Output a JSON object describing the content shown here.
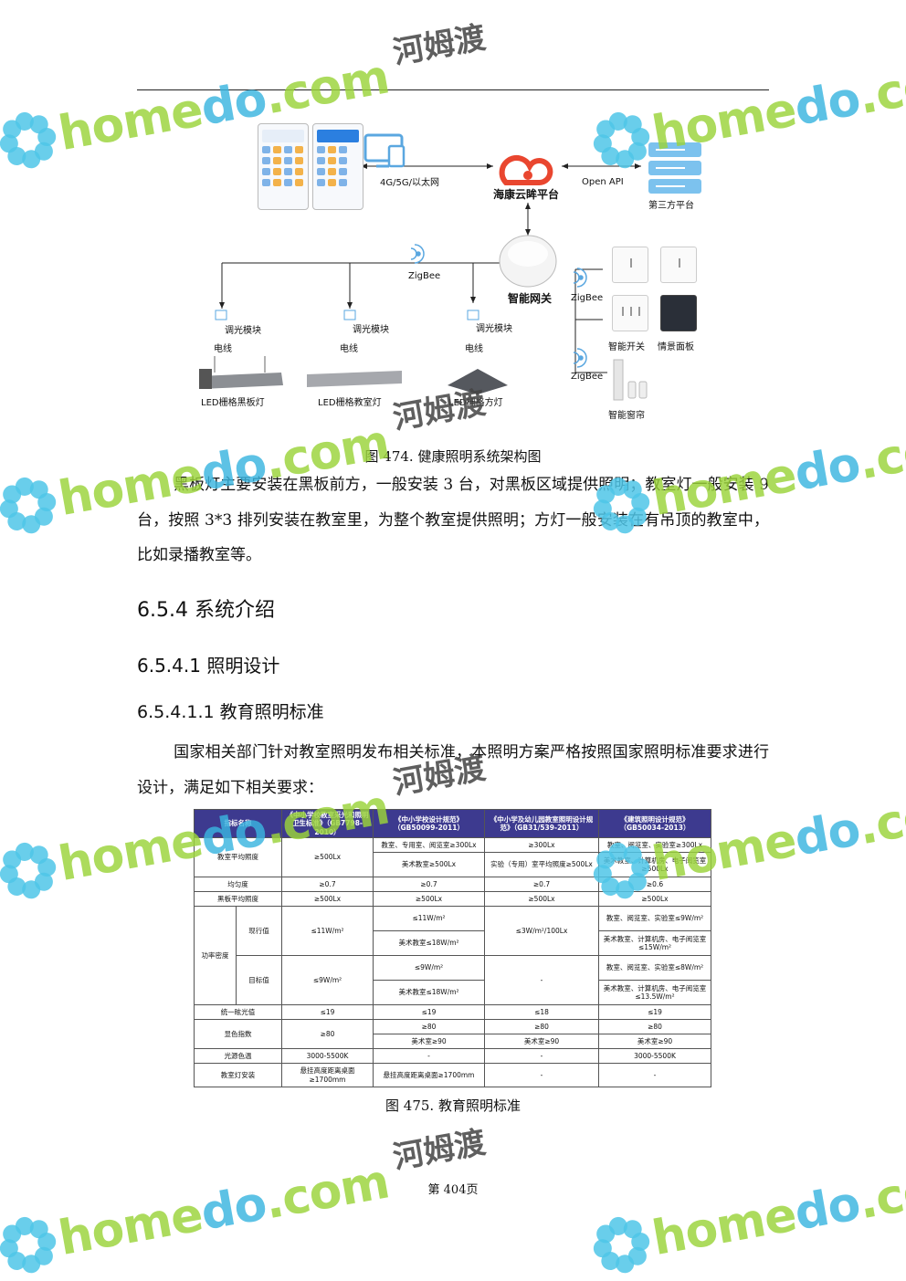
{
  "figure474": {
    "caption": "图 474.   健康照明系统架构图",
    "network_label": "4G/5G/以太网",
    "platform": "海康云眸平台",
    "open_api": "Open API",
    "third_party": "第三方平台",
    "zigbee": "ZigBee",
    "gateway": "智能网关",
    "dimming_module": "调光模块",
    "wire": "电线",
    "lamps": [
      "LED栅格黑板灯",
      "LED栅格教室灯",
      "LED栅格方灯"
    ],
    "smart_switch": "智能开关",
    "scene_panel": "情景面板",
    "smart_curtain": "智能窗帘"
  },
  "body": {
    "para1": "黑板灯主要安装在黑板前方，一般安装 3 台，对黑板区域提供照明；教室灯一般安装 9 台，按照 3*3 排列安装在教室里，为整个教室提供照明；方灯一般安装在有吊顶的教室中，比如录播教室等。",
    "h2": "6.5.4  系统介绍",
    "h3": "6.5.4.1  照明设计",
    "h4": "6.5.4.1.1  教育照明标准",
    "para2": "国家相关部门针对教室照明发布相关标准，本照明方案严格按照国家照明标准要求进行设计，满足如下相关要求："
  },
  "table": {
    "headers": [
      "指标名称",
      "《中小学校教室采光和照明卫生标准》（GB7798-2010）",
      "《中小学校设计规范》（GB50099-2011）",
      "《中小学及幼儿园教室照明设计规范》（GB31/539-2011）",
      "《建筑照明设计规范》（GB50034-2013）"
    ],
    "rows": {
      "r1": {
        "label": "教室平均照度",
        "c1": "≥500Lx",
        "c2a": "教室、专用室、阅览室≥300Lx",
        "c2b": "美术教室≥500Lx",
        "c3a": "≥300Lx",
        "c3b": "实验（专用）室平均照度≥500Lx",
        "c4a": "教室、阅览室、实验室≥300Lx",
        "c4b": "美术教室、计算机房、电子阅览室≥500Lx"
      },
      "r2": {
        "label": "均匀度",
        "c1": "≥0.7",
        "c2": "≥0.7",
        "c3": "≥0.7",
        "c4": "≥0.6"
      },
      "r3": {
        "label": "黑板平均照度",
        "c1": "≥500Lx",
        "c2": "≥500Lx",
        "c3": "≥500Lx",
        "c4": "≥500Lx"
      },
      "r4": {
        "label": "功率密度",
        "sub1": "现行值",
        "sub2": "目标值",
        "c1a": "≤11W/m²",
        "c1b": "≤9W/m²",
        "c2a": "≤11W/m²",
        "c2b": "美术教室≤18W/m²",
        "c2c": "≤9W/m²",
        "c2d": "美术教室≤18W/m²",
        "c3a": "≤3W/m²/100Lx",
        "c3b": "-",
        "c4a": "教室、阅览室、实验室≤9W/m²",
        "c4b": "美术教室、计算机房、电子阅览室≤15W/m²",
        "c4c": "教室、阅览室、实验室≤8W/m²",
        "c4d": "美术教室、计算机房、电子阅览室≤13.5W/m²"
      },
      "r5": {
        "label": "统一眩光值",
        "c1": "≤19",
        "c2": "≤19",
        "c3": "≤18",
        "c4": "≤19"
      },
      "r6": {
        "label": "显色指数",
        "c1": "≥80",
        "c2a": "≥80",
        "c2b": "美术室≥90",
        "c3a": "≥80",
        "c3b": "美术室≥90",
        "c4a": "≥80",
        "c4b": "美术室≥90"
      },
      "r7": {
        "label": "光源色温",
        "c1": "3000-5500K",
        "c2": "-",
        "c3": "-",
        "c4": "3000-5500K"
      },
      "r8": {
        "label": "教室灯安装",
        "c1": "悬挂高度距离桌面≥1700mm",
        "c2": "悬挂高度距离桌面≥1700mm",
        "c3": "-",
        "c4": "-"
      }
    },
    "caption": "图 475.   教育照明标准"
  },
  "footer": {
    "page": "第 404页"
  },
  "watermark": {
    "brand_a": "home",
    "brand_b": "do",
    "brand_c": ".com",
    "cn": "河姆渡"
  }
}
